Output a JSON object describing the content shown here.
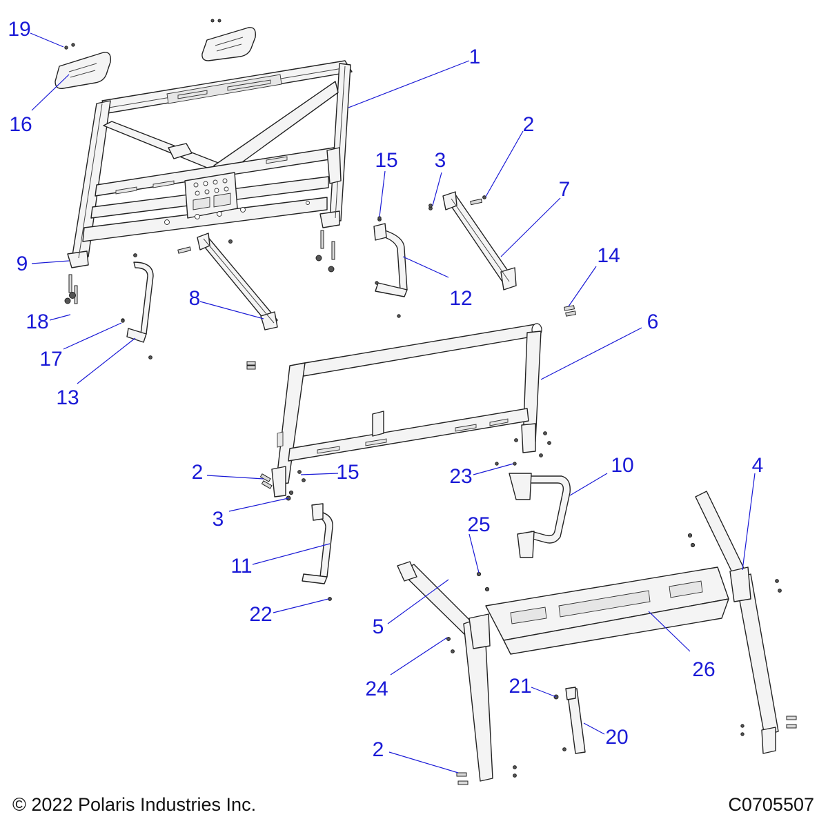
{
  "callouts": [
    {
      "label": "1"
    },
    {
      "label": "2"
    },
    {
      "label": "2"
    },
    {
      "label": "2"
    },
    {
      "label": "3"
    },
    {
      "label": "3"
    },
    {
      "label": "4"
    },
    {
      "label": "5"
    },
    {
      "label": "6"
    },
    {
      "label": "7"
    },
    {
      "label": "8"
    },
    {
      "label": "9"
    },
    {
      "label": "10"
    },
    {
      "label": "11"
    },
    {
      "label": "12"
    },
    {
      "label": "13"
    },
    {
      "label": "14"
    },
    {
      "label": "15"
    },
    {
      "label": "15"
    },
    {
      "label": "16"
    },
    {
      "label": "17"
    },
    {
      "label": "18"
    },
    {
      "label": "19"
    },
    {
      "label": "20"
    },
    {
      "label": "21"
    },
    {
      "label": "22"
    },
    {
      "label": "23"
    },
    {
      "label": "24"
    },
    {
      "label": "25"
    },
    {
      "label": "26"
    }
  ],
  "footer": {
    "copyright": "© 2022 Polaris Industries Inc.",
    "drawing_id": "C0705507"
  },
  "colors": {
    "callout": "#1a1ad6",
    "line_art": "#222222",
    "background": "#ffffff"
  }
}
